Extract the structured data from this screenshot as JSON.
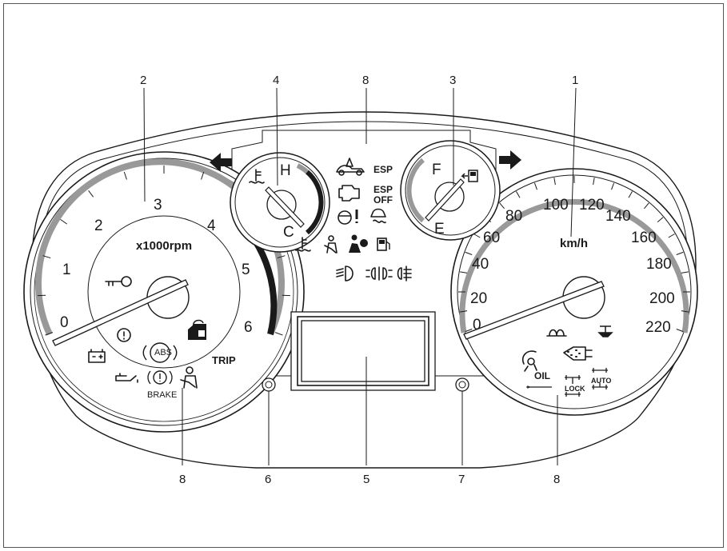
{
  "callouts": [
    "1",
    "2",
    "3",
    "4",
    "5",
    "6",
    "7",
    "8"
  ],
  "tachometer": {
    "scale": [
      "0",
      "1",
      "2",
      "3",
      "4",
      "5",
      "6"
    ],
    "unit": "x1000rpm",
    "trip": "TRIP",
    "brake": "BRAKE",
    "abs": "ABS"
  },
  "speedometer": {
    "scale": [
      "0",
      "20",
      "40",
      "60",
      "80",
      "100",
      "120",
      "140",
      "160",
      "180",
      "200",
      "220"
    ],
    "unit": "km/h",
    "oil": "OIL",
    "lock": "LOCK",
    "auto": "AUTO"
  },
  "temp_gauge": {
    "high": "H",
    "low": "C"
  },
  "fuel_gauge": {
    "full": "F",
    "empty": "E"
  },
  "warning_panel": {
    "esp": "ESP",
    "esp_off_1": "ESP",
    "esp_off_2": "OFF"
  }
}
